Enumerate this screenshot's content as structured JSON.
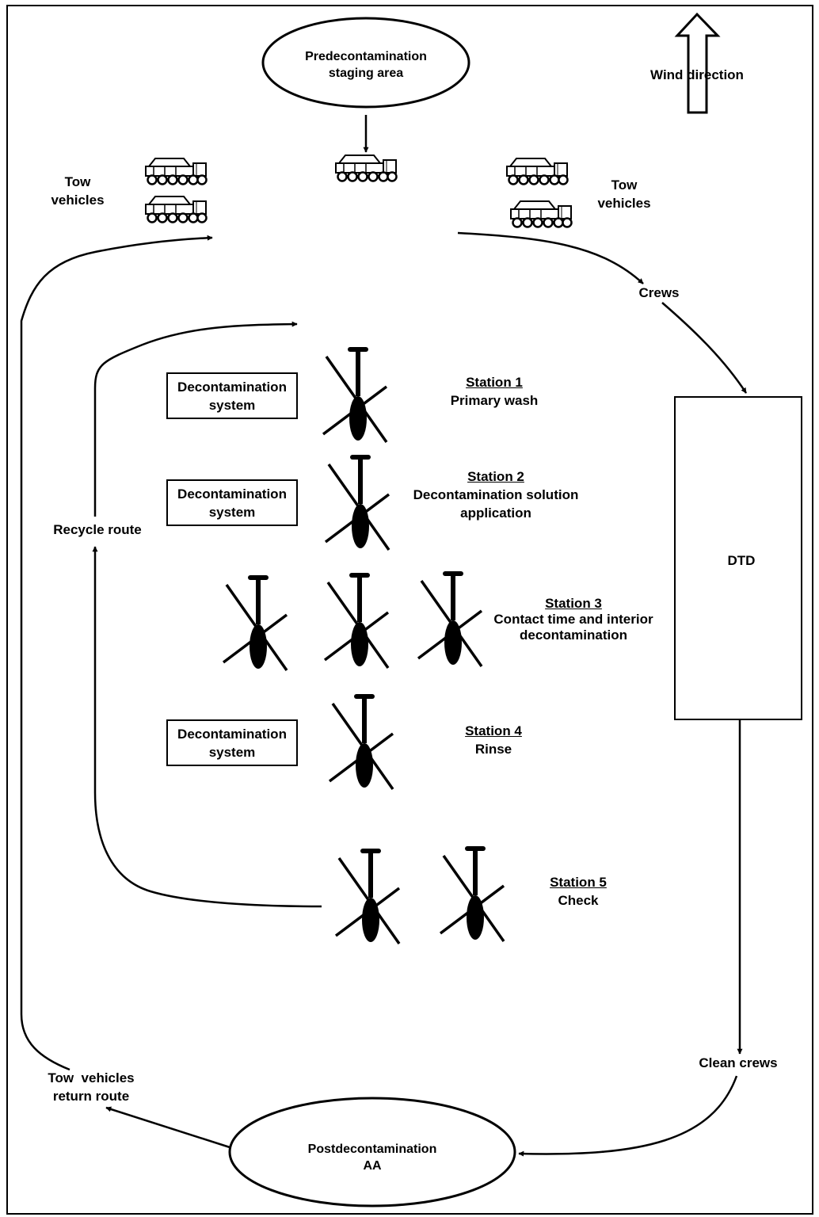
{
  "staging": {
    "line1": "Predecontamination",
    "line2": "staging area"
  },
  "wind": {
    "label": "Wind direction"
  },
  "tow_left": {
    "line1": "Tow",
    "line2": "vehicles"
  },
  "tow_right": {
    "line1": "Tow",
    "line2": "vehicles"
  },
  "crews": "Crews",
  "dtd": "DTD",
  "clean_crews": "Clean crews",
  "recycle": "Recycle route",
  "tow_return": {
    "line1": "Tow  vehicles",
    "line2": "return route"
  },
  "post": {
    "line1": "Postdecontamination",
    "line2": "AA"
  },
  "decon_box": {
    "line1": "Decontamination",
    "line2": "system"
  },
  "stations": [
    {
      "title": "Station 1",
      "desc": [
        "Primary wash"
      ]
    },
    {
      "title": "Station 2",
      "desc": [
        "Decontamination solution",
        "application"
      ]
    },
    {
      "title": "Station 3",
      "desc": [
        "Contact time and interior",
        "decontamination"
      ]
    },
    {
      "title": "Station 4",
      "desc": [
        "Rinse"
      ]
    },
    {
      "title": "Station 5",
      "desc": [
        "Check"
      ]
    }
  ],
  "colors": {
    "ink": "#000000",
    "background": "#ffffff"
  },
  "icons": [
    "truck-icon",
    "helicopter-icon",
    "wind-arrow-icon"
  ]
}
